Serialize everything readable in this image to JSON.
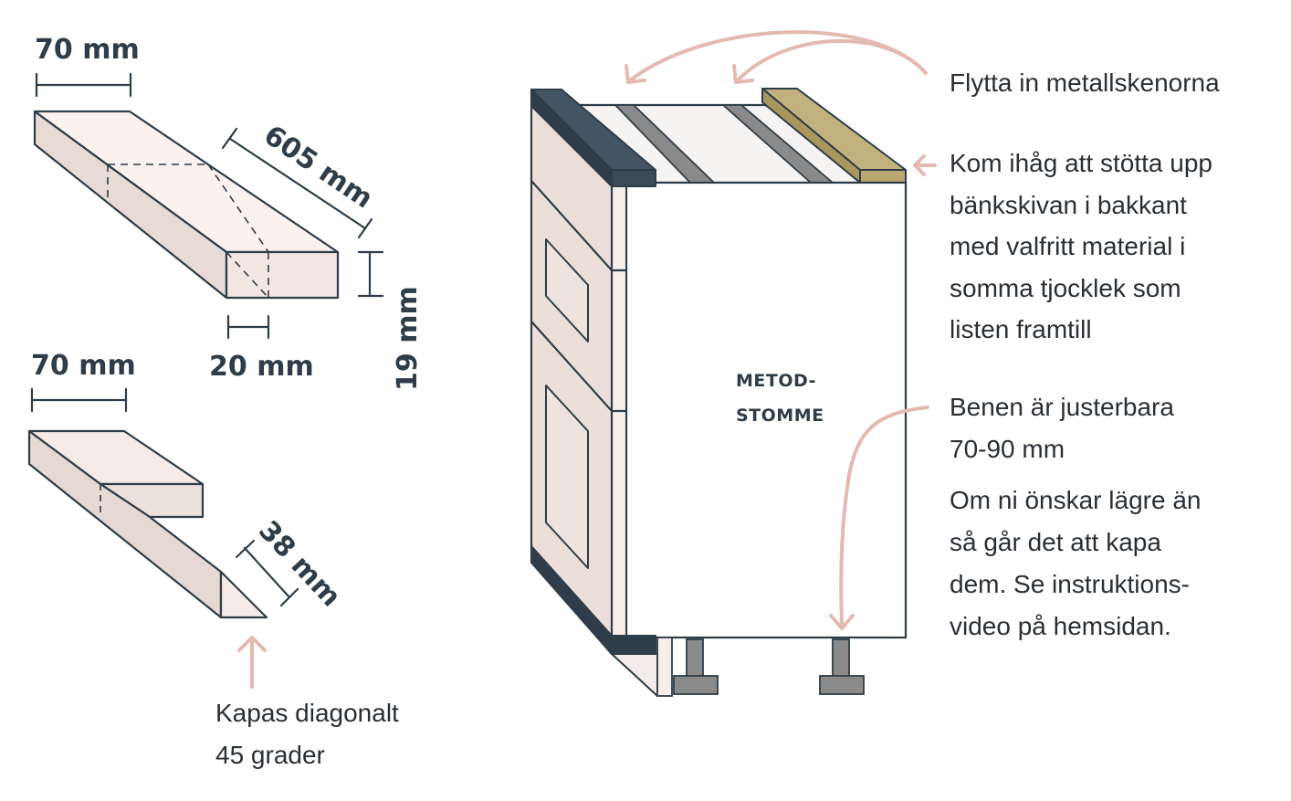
{
  "dimensions": {
    "top_width": "70 mm",
    "length": "605 mm",
    "thickness": "19 mm",
    "inset": "20 mm",
    "bottom_width": "70 mm",
    "cut": "38 mm"
  },
  "cut_note": {
    "line1": "Kapas diagonalt",
    "line2": "45 grader"
  },
  "cabinet_label": {
    "line1": "METOD-",
    "line2": "STOMME"
  },
  "notes": {
    "rails": "Flytta in metallskenorna",
    "support": [
      "Kom ihåg att stötta upp",
      "bänkskivan i bakkant",
      "med valfritt material i",
      "somma tjocklek som",
      "listen framtill"
    ],
    "legs": [
      "Benen är justerbara",
      "70-90 mm"
    ],
    "cut_legs": [
      "Om ni önskar lägre än",
      "så går det att kapa",
      "dem. Se instruktions-",
      "video på hemsidan."
    ]
  },
  "colors": {
    "outline": "#2e3d49",
    "board": "#efe3df",
    "board_top": "#fbf1ee",
    "board_side": "#e3d4cf",
    "navy_strip": "#435563",
    "wood_strip": "#b9a874",
    "rail": "#8a8a8a",
    "arrow_pink": "#e3b9b2"
  }
}
